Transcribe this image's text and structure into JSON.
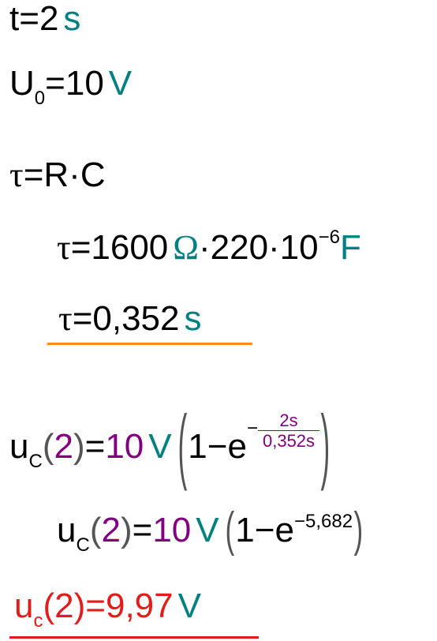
{
  "line1": {
    "lhs": "t",
    "eq": "=",
    "value": "2",
    "unit": "s"
  },
  "line2": {
    "lhs": "U",
    "sub": "0",
    "eq": "=",
    "value": "10",
    "unit": "V"
  },
  "line3": {
    "lhs": "τ",
    "eq": "=",
    "rhs": "R·C"
  },
  "line4": {
    "lhs": "τ",
    "eq": "=",
    "v1": "1600",
    "u1": "Ω",
    "mid": "·220·10",
    "exp": "−6",
    "u2": "F"
  },
  "line5": {
    "lhs": "τ",
    "eq": "=",
    "value": "0,352",
    "unit": "s"
  },
  "line6": {
    "lhs": "u",
    "sub": "C",
    "lp": "(",
    "arg": "2",
    "rp": ")",
    "eq": "=",
    "value": "10",
    "unit": "V",
    "one": "1",
    "minus": "−",
    "e": "e",
    "exp_sign": "−",
    "frac_num": "2s",
    "frac_den": "0,352s"
  },
  "line7": {
    "lhs": "u",
    "sub": "C",
    "lp": "(",
    "arg": "2",
    "rp": ")",
    "eq": "=",
    "value": "10",
    "unit": "V",
    "one": "1",
    "minus": "−",
    "e": "e",
    "exp": "−5,682"
  },
  "line8": {
    "lhs": "u",
    "sub": "c",
    "lp": "(",
    "arg": "2",
    "rp": ")",
    "eq": "=",
    "value": "9,97",
    "unit": "V"
  },
  "colors": {
    "unit": "#008080",
    "number": "#800080",
    "result": "#e31b1b",
    "underline_tau": "#ff8c1a",
    "underline_result": "#e31b1b"
  }
}
